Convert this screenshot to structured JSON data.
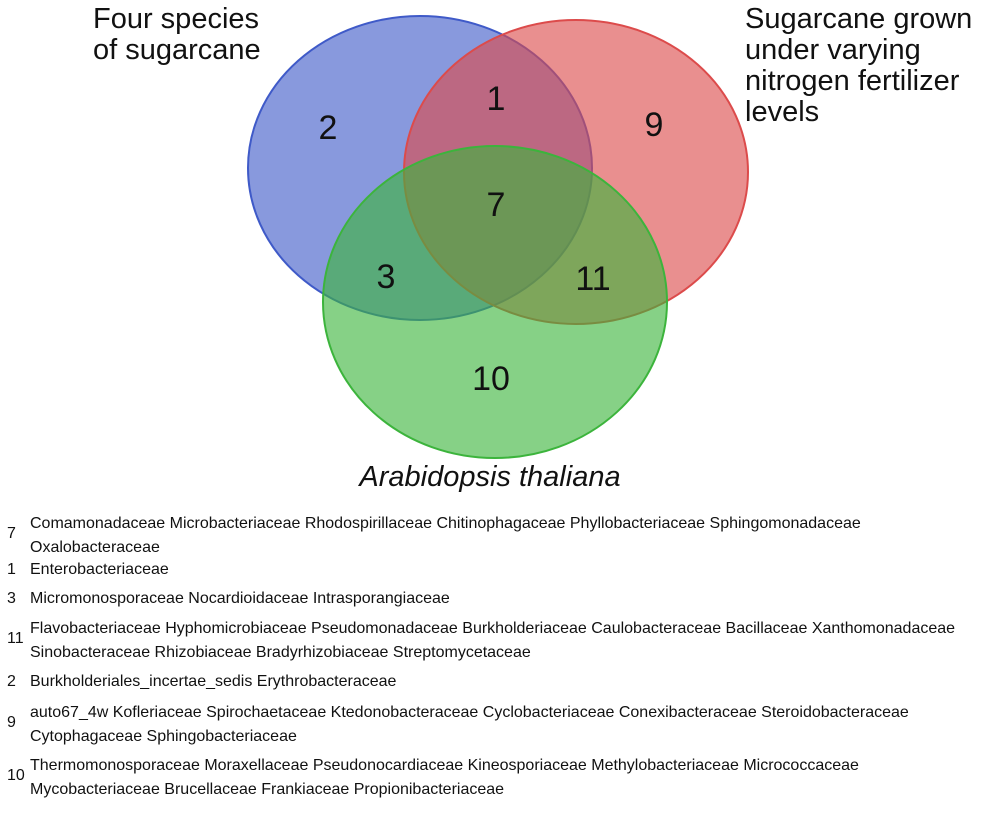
{
  "colors": {
    "set_a": "#3f5ac8",
    "set_b": "#dc4b4b",
    "set_c": "#3cb43c"
  },
  "sets": {
    "a": "Four species\nof sugarcane",
    "b": "Sugarcane grown\nunder varying\nnitrogen fertilizer\nlevels",
    "c": "Arabidopsis thaliana"
  },
  "regions": {
    "a_only": "2",
    "b_only": "9",
    "c_only": "10",
    "ab": "1",
    "ac": "3",
    "bc": "11",
    "abc": "7"
  },
  "legend": [
    {
      "key": "7",
      "text": "Comamonadaceae Microbacteriaceae Rhodospirillaceae Chitinophagaceae Phyllobacteriaceae Sphingomonadaceae Oxalobacteraceae"
    },
    {
      "key": "1",
      "text": "Enterobacteriaceae"
    },
    {
      "key": "3",
      "text": "Micromonosporaceae Nocardioidaceae Intrasporangiaceae"
    },
    {
      "key": "11",
      "text": "Flavobacteriaceae Hyphomicrobiaceae Pseudomonadaceae Burkholderiaceae Caulobacteraceae Bacillaceae Xanthomonadaceae Sinobacteraceae Rhizobiaceae Bradyrhizobiaceae Streptomycetaceae"
    },
    {
      "key": "2",
      "text": "Burkholderiales_incertae_sedis Erythrobacteraceae"
    },
    {
      "key": "9",
      "text": "auto67_4w Kofleriaceae Spirochaetaceae Ktedonobacteraceae Cyclobacteriaceae Conexibacteraceae Steroidobacteraceae Cytophagaceae Sphingobacteriaceae"
    },
    {
      "key": "10",
      "text": "Thermomonosporaceae Moraxellaceae Pseudonocardiaceae Kineosporiaceae Methylobacteriaceae Micrococcaceae Mycobacteriaceae Brucellaceae Frankiaceae Propionibacteriaceae"
    }
  ]
}
